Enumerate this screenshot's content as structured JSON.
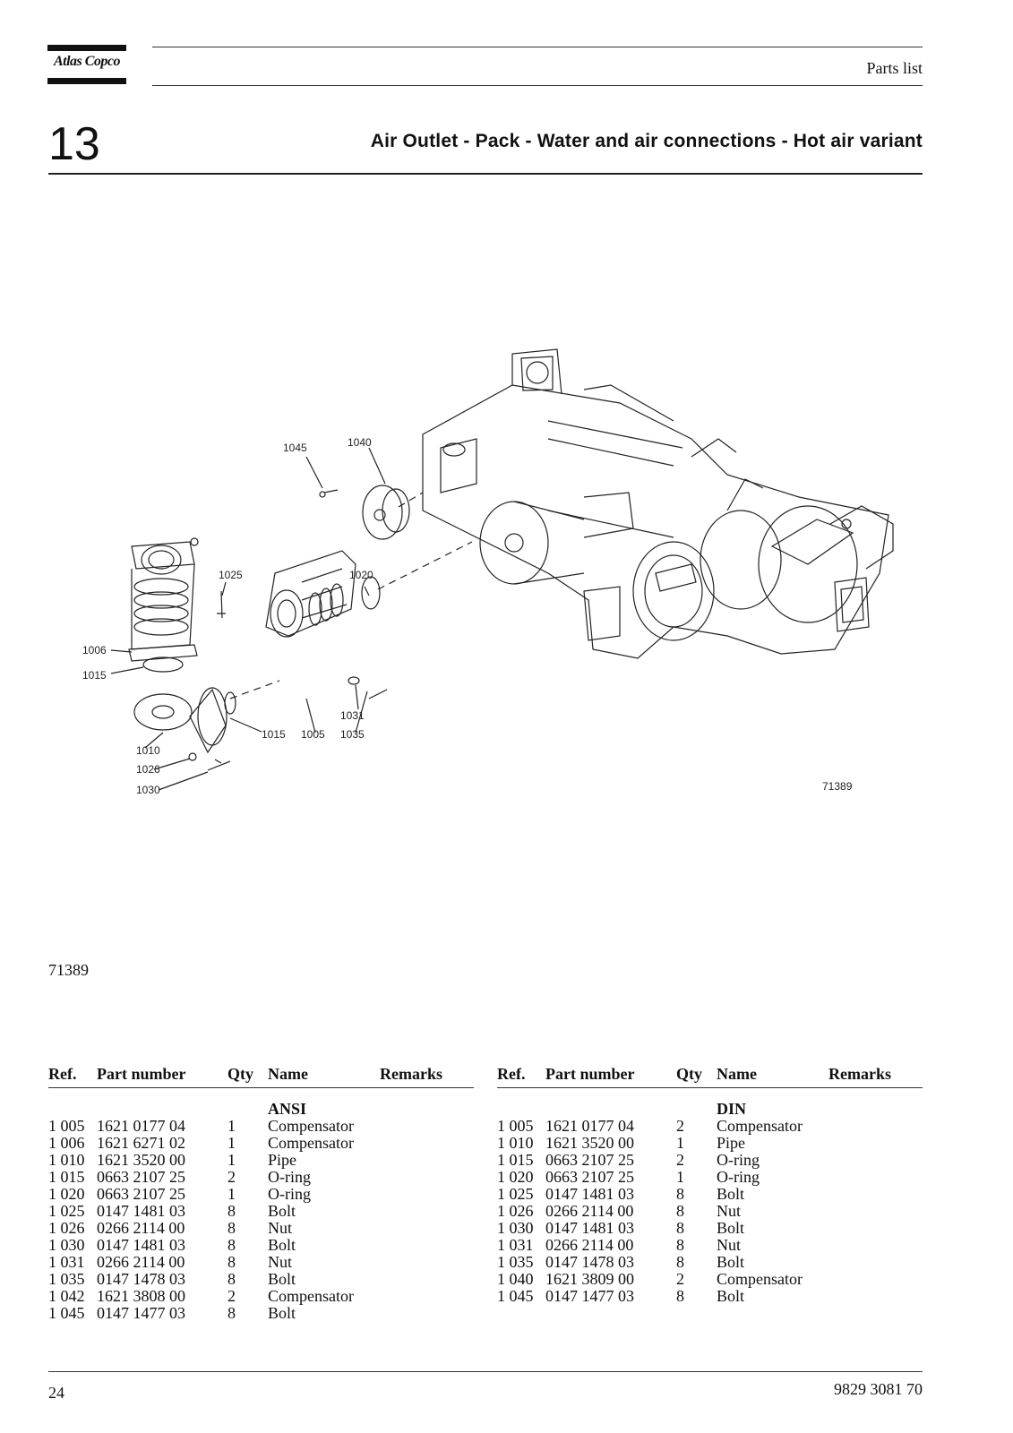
{
  "header": {
    "logo_text": "Atlas Copco",
    "section_label": "Parts list"
  },
  "section": {
    "number": "13",
    "title": "Air Outlet - Pack - Water and air connections - Hot air variant"
  },
  "figure": {
    "drawing_number": "71389",
    "callouts": [
      "1045",
      "1040",
      "1025",
      "1020",
      "1006",
      "1015",
      "1010",
      "1026",
      "1030",
      "1015",
      "1005",
      "1035",
      "1031"
    ]
  },
  "caption": "71389",
  "table_headers": {
    "ref": "Ref.",
    "part_number": "Part number",
    "qty": "Qty",
    "name": "Name",
    "remarks": "Remarks"
  },
  "tables": [
    {
      "standard": "ANSI",
      "rows": [
        {
          "ref": "1 005",
          "part": "1621 0177 04",
          "qty": "1",
          "name": "Compensator"
        },
        {
          "ref": "1 006",
          "part": "1621 6271 02",
          "qty": "1",
          "name": "Compensator"
        },
        {
          "ref": "1 010",
          "part": "1621 3520 00",
          "qty": "1",
          "name": "Pipe"
        },
        {
          "ref": "1 015",
          "part": "0663 2107 25",
          "qty": "2",
          "name": "O-ring"
        },
        {
          "ref": "1 020",
          "part": "0663 2107 25",
          "qty": "1",
          "name": "O-ring"
        },
        {
          "ref": "1 025",
          "part": "0147 1481 03",
          "qty": "8",
          "name": "Bolt"
        },
        {
          "ref": "1 026",
          "part": "0266 2114 00",
          "qty": "8",
          "name": "Nut"
        },
        {
          "ref": "1 030",
          "part": "0147 1481 03",
          "qty": "8",
          "name": "Bolt"
        },
        {
          "ref": "1 031",
          "part": "0266 2114 00",
          "qty": "8",
          "name": "Nut"
        },
        {
          "ref": "1 035",
          "part": "0147 1478 03",
          "qty": "8",
          "name": "Bolt"
        },
        {
          "ref": "1 042",
          "part": "1621 3808 00",
          "qty": "2",
          "name": "Compensator"
        },
        {
          "ref": "1 045",
          "part": "0147 1477 03",
          "qty": "8",
          "name": "Bolt"
        }
      ]
    },
    {
      "standard": "DIN",
      "rows": [
        {
          "ref": "1 005",
          "part": "1621 0177 04",
          "qty": "2",
          "name": "Compensator"
        },
        {
          "ref": "1 010",
          "part": "1621 3520 00",
          "qty": "1",
          "name": "Pipe"
        },
        {
          "ref": "1 015",
          "part": "0663 2107 25",
          "qty": "2",
          "name": "O-ring"
        },
        {
          "ref": "1 020",
          "part": "0663 2107 25",
          "qty": "1",
          "name": "O-ring"
        },
        {
          "ref": "1 025",
          "part": "0147 1481 03",
          "qty": "8",
          "name": "Bolt"
        },
        {
          "ref": "1 026",
          "part": "0266 2114 00",
          "qty": "8",
          "name": "Nut"
        },
        {
          "ref": "1 030",
          "part": "0147 1481 03",
          "qty": "8",
          "name": "Bolt"
        },
        {
          "ref": "1 031",
          "part": "0266 2114 00",
          "qty": "8",
          "name": "Nut"
        },
        {
          "ref": "1 035",
          "part": "0147 1478 03",
          "qty": "8",
          "name": "Bolt"
        },
        {
          "ref": "1 040",
          "part": "1621 3809 00",
          "qty": "2",
          "name": "Compensator"
        },
        {
          "ref": "1 045",
          "part": "0147 1477 03",
          "qty": "8",
          "name": "Bolt"
        }
      ]
    }
  ],
  "footer": {
    "page_number": "24",
    "document_number": "9829 3081 70"
  }
}
